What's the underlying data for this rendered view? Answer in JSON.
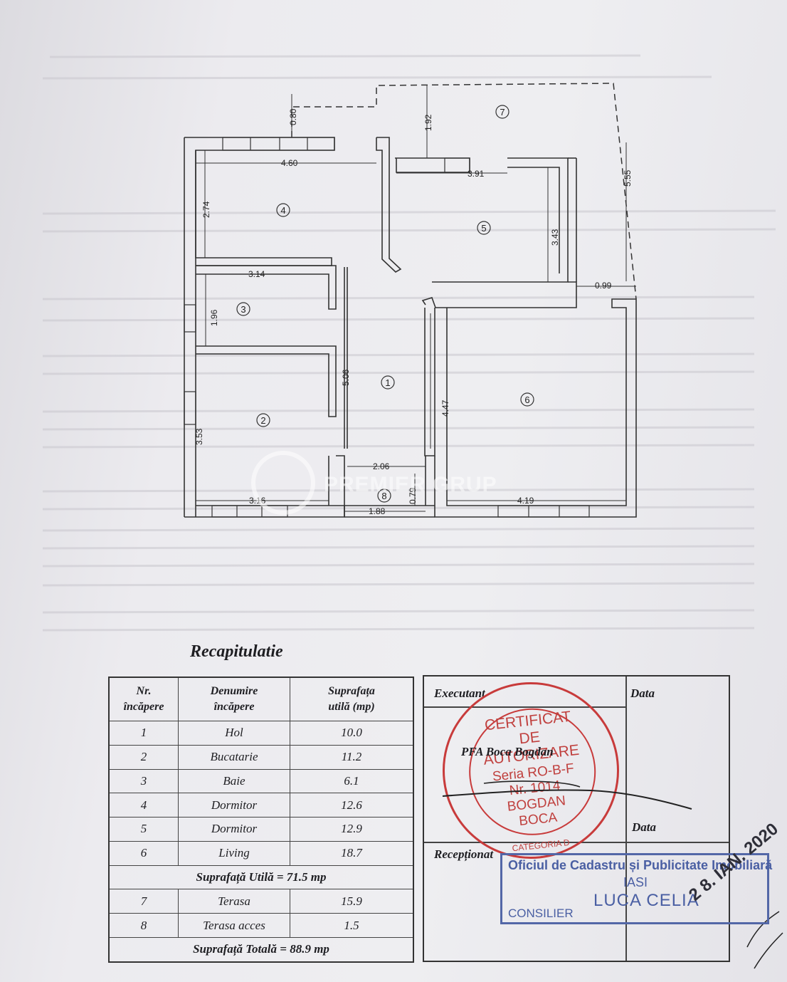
{
  "floor_plan": {
    "rooms": [
      {
        "num": "1"
      },
      {
        "num": "2"
      },
      {
        "num": "3"
      },
      {
        "num": "4"
      },
      {
        "num": "5"
      },
      {
        "num": "6"
      },
      {
        "num": "7"
      },
      {
        "num": "8"
      }
    ],
    "dimensions": {
      "d080": "0.80",
      "d192": "1.92",
      "d460": "4.60",
      "d391": "3.91",
      "d555": "5.55",
      "d274": "2.74",
      "d343": "3.43",
      "d314": "3.14",
      "d099": "0.99",
      "d196": "1.96",
      "d506": "5.06",
      "d447": "4.47",
      "d353": "3.53",
      "d206": "2.06",
      "d316": "3.16",
      "d079": "0.79",
      "d188": "1.88",
      "d419": "4.19"
    },
    "watermark": "PREMIER GRUP"
  },
  "recap": {
    "title": "Recapitulatie",
    "headers": {
      "nr1": "Nr.",
      "nr2": "încăpere",
      "name1": "Denumire",
      "name2": "încăpere",
      "area1": "Suprafața",
      "area2": "utilă (mp)"
    },
    "rows": [
      {
        "nr": "1",
        "name": "Hol",
        "area": "10.0"
      },
      {
        "nr": "2",
        "name": "Bucatarie",
        "area": "11.2"
      },
      {
        "nr": "3",
        "name": "Baie",
        "area": "6.1"
      },
      {
        "nr": "4",
        "name": "Dormitor",
        "area": "12.6"
      },
      {
        "nr": "5",
        "name": "Dormitor",
        "area": "12.9"
      },
      {
        "nr": "6",
        "name": "Living",
        "area": "18.7"
      }
    ],
    "subtotal": "Suprafață Utilă = 71.5 mp",
    "extra_rows": [
      {
        "nr": "7",
        "name": "Terasa",
        "area": "15.9"
      },
      {
        "nr": "8",
        "name": "Terasa acces",
        "area": "1.5"
      }
    ],
    "total": "Suprafață Totală =  88.9 mp"
  },
  "signature_box": {
    "executant_label": "Executant",
    "data_label_1": "Data",
    "data_label_2": "Data",
    "receptionat_label": "Recepționat",
    "executor_name": "PFA Boca Bogdan"
  },
  "stamp": {
    "line1": "CERTIFICAT",
    "line2": "DE",
    "line3": "AUTORIZARE",
    "line4": "Seria RO-B-F",
    "line5": "Nr. 1014",
    "line6": "BOGDAN",
    "line7": "BOCA",
    "rim_bottom": "CATEGORIA D"
  },
  "ocpi_stamp": {
    "office": "Oficiul de Cadastru și Publicitate Imobiliară",
    "city": "IASI",
    "role": "CONSILIER",
    "name": "LUCA  CELIA",
    "date": "2 8. IAN. 2020"
  }
}
